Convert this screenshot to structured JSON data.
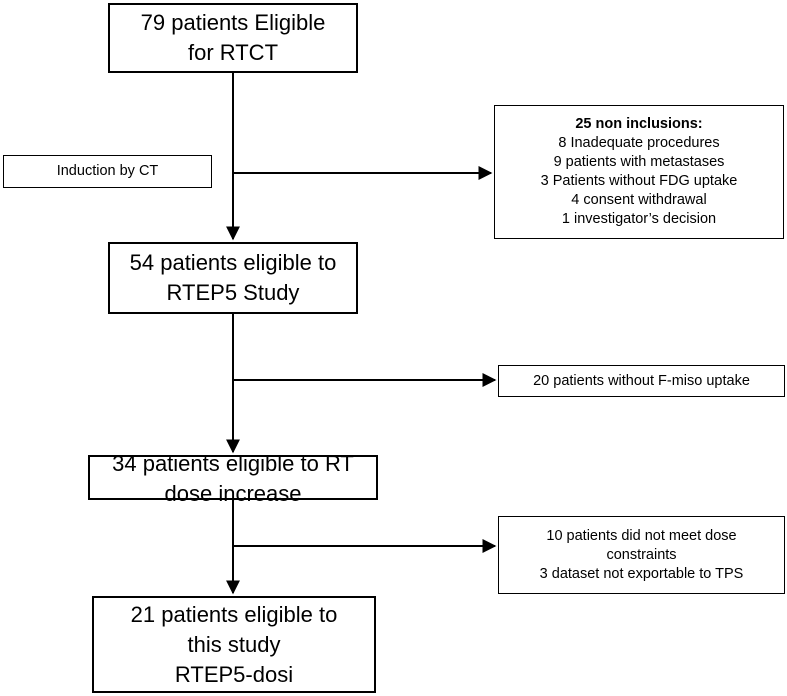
{
  "flow": {
    "main_boxes": [
      {
        "id": "eligible-rtct",
        "lines": [
          "79 patients  Eligible",
          "for RTCT"
        ]
      },
      {
        "id": "eligible-rtep5",
        "lines": [
          "54 patients eligible to",
          "RTEP5 Study"
        ]
      },
      {
        "id": "eligible-dose-increase",
        "lines": [
          "34 patients eligible to RT",
          "dose increase"
        ]
      },
      {
        "id": "eligible-this-study",
        "lines": [
          "21 patients eligible to",
          "this study",
          "RTEP5-dosi"
        ]
      }
    ],
    "induction": {
      "label": "Induction by CT"
    },
    "exclusions": [
      {
        "id": "non-inclusions",
        "heading": "25 non inclusions:",
        "lines": [
          "8 Inadequate procedures",
          "9 patients with metastases",
          "3 Patients without FDG uptake",
          "4 consent withdrawal",
          "1 investigator’s decision"
        ]
      },
      {
        "id": "no-fmiso",
        "heading": "",
        "lines": [
          "20 patients without F-miso uptake"
        ]
      },
      {
        "id": "dose-constraints",
        "heading": "",
        "lines": [
          "10 patients did not meet dose",
          "constraints",
          "3 dataset not exportable to TPS"
        ]
      }
    ]
  }
}
